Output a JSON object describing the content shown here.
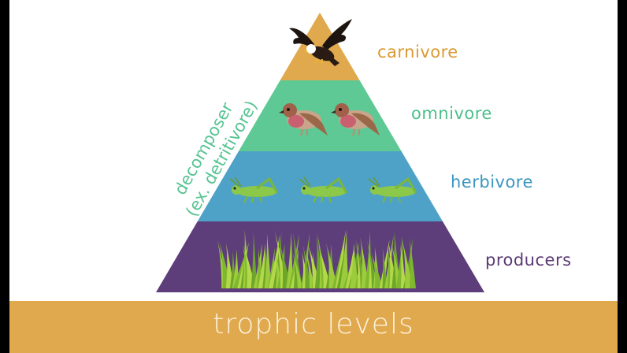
{
  "diagram": {
    "tiers": [
      {
        "label": "carnivore",
        "color": "#e1a94d",
        "label_color": "#d99a32",
        "organism": "eagle-icon"
      },
      {
        "label": "omnivore",
        "color": "#5ec994",
        "label_color": "#4cc08a",
        "organism": "sparrow-icon"
      },
      {
        "label": "herbivore",
        "color": "#4fa2c7",
        "label_color": "#3a96c0",
        "organism": "grasshopper-icon"
      },
      {
        "label": "producers",
        "color": "#5e3e7a",
        "label_color": "#5a3a74",
        "organism": "grass-icon"
      }
    ],
    "side_label_line1": "decomposer",
    "side_label_line2": "(ex. detritivore)",
    "footer_title": "trophic levels",
    "footer_color": "#e1a94d"
  }
}
